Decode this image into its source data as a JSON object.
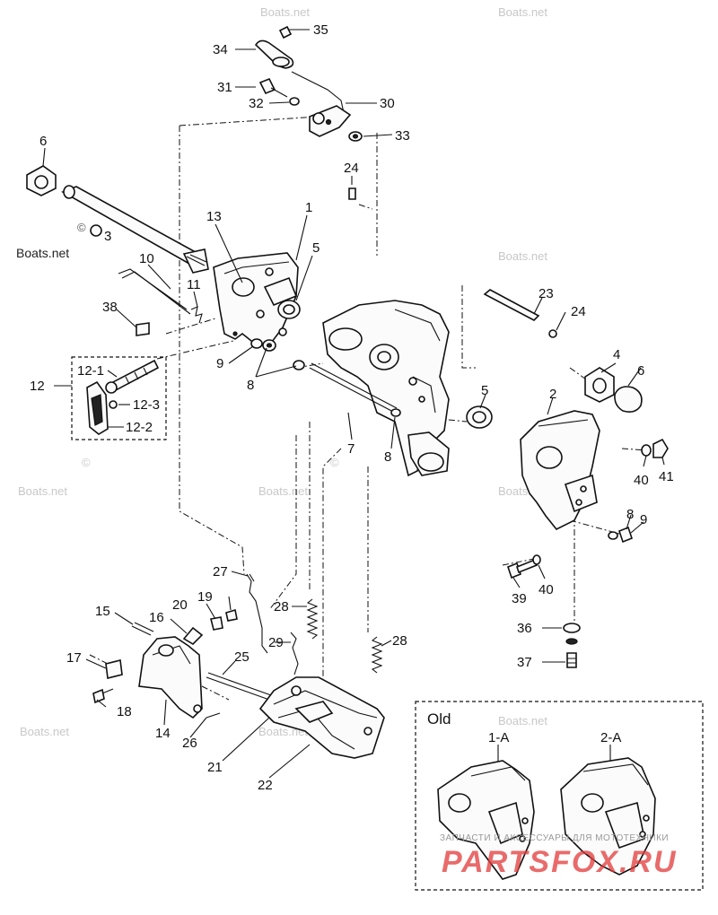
{
  "labels": {
    "p1": "1",
    "p2": "2",
    "p3": "3",
    "p4": "4",
    "p5a": "5",
    "p5b": "5",
    "p6a": "6",
    "p6b": "6",
    "p7": "7",
    "p8a": "8",
    "p8b": "8",
    "p8c": "8",
    "p9a": "9",
    "p9b": "9",
    "p10": "10",
    "p11": "11",
    "p12": "12",
    "p12_1": "12-1",
    "p12_2": "12-2",
    "p12_3": "12-3",
    "p13": "13",
    "p14": "14",
    "p15": "15",
    "p16": "16",
    "p17": "17",
    "p18": "18",
    "p19": "19",
    "p20": "20",
    "p21": "21",
    "p22": "22",
    "p23": "23",
    "p24a": "24",
    "p24b": "24",
    "p25": "25",
    "p26": "26",
    "p27": "27",
    "p28a": "28",
    "p28b": "28",
    "p29": "29",
    "p30": "30",
    "p31": "31",
    "p32": "32",
    "p33": "33",
    "p34": "34",
    "p35": "35",
    "p36": "36",
    "p37": "37",
    "p38": "38",
    "p39": "39",
    "p40a": "40",
    "p40b": "40",
    "p41": "41"
  },
  "inset": {
    "title": "Old",
    "label_1a": "1-A",
    "label_2a": "2-A"
  },
  "watermark": {
    "site": "Boats.net",
    "copyright": "©",
    "shop_tagline": "ЗАПЧАСТИ И АКСЕССУАРЫ ДЛЯ МОТОТЕХНИКИ",
    "shop_name": "PARTSFOX.RU"
  },
  "colors": {
    "line": "#111111",
    "watermark": "#c8c8c8",
    "shop_red": "#e23a3a"
  }
}
